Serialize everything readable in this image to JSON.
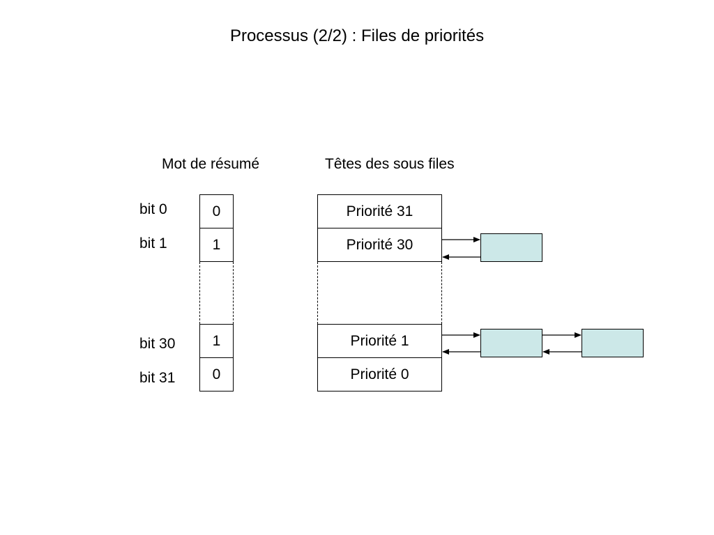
{
  "title": "Processus (2/2) : Files de priorités",
  "headings": {
    "summary_word": "Mot de résumé",
    "queue_heads": "Têtes des sous files"
  },
  "bit_labels": [
    "bit 0",
    "bit 1",
    "bit 30",
    "bit 31"
  ],
  "bit_values": [
    "0",
    "1",
    "1",
    "0"
  ],
  "priorities": [
    "Priorité 31",
    "Priorité 30",
    "Priorité 1",
    "Priorité 0"
  ],
  "colors": {
    "queue_node_fill": "#cce8e8",
    "border": "#000000"
  }
}
